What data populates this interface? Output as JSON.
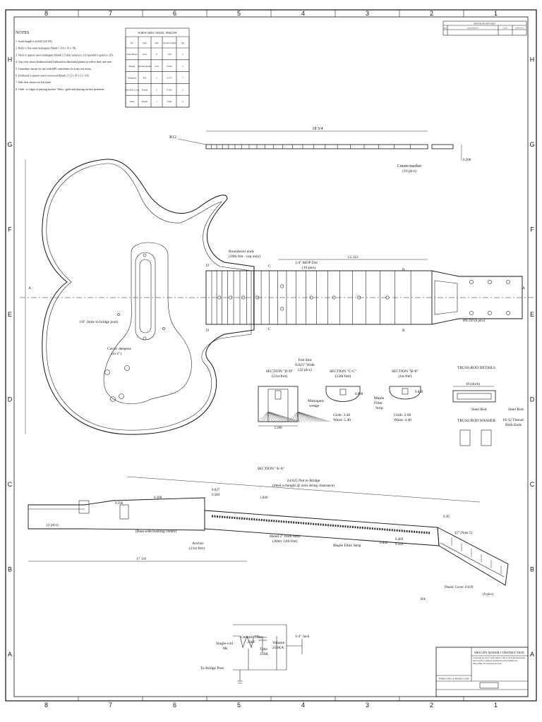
{
  "zones": {
    "columns": [
      "8",
      "7",
      "6",
      "5",
      "4",
      "3",
      "2",
      "1"
    ],
    "rows": [
      "H",
      "G",
      "F",
      "E",
      "D",
      "C",
      "B",
      "A"
    ]
  },
  "notes": {
    "heading": "NOTES",
    "items": [
      "1. Scale length is 24.625 (24 5/8).",
      "2. Body is flat-sawn mahogany (blank 1 3/4 x 14 x 18).",
      "3. Neck is quarter-sawn mahogany (blank 2.5 (flat surface) x 2.6 (parallel to grain) x 26).",
      "4. Top view shows headstock and fretboard in fabricated planes to reflect their true size.",
      "5. Centerline shown for use with 60% centerlines for truss rod cavity.",
      "6. Fretboard is quarter-sawn rosewood (blank 2 1/2 x 18 1/2 x 1/4).",
      "7. Side dots shown for left hand.",
      "8. Girth - to edges of playing surface. Waist - girth and playing surface perimeter."
    ]
  },
  "screw_table": {
    "title": "SCREW SIZES, NICKEL, PHILLIPS",
    "headers": [
      "For",
      "Type",
      "Size",
      "Overall Length",
      "Qty"
    ],
    "rows": [
      [
        "Strap Button",
        "Oval",
        "6",
        "1.00",
        "2"
      ],
      [
        "Pickup",
        "Machine Round",
        "4-32",
        "0.400",
        "2"
      ],
      [
        "Pickguard",
        "Flat",
        "2",
        "0.375",
        "7"
      ],
      [
        "Truss Rod Cover",
        "Round",
        "2",
        "0.500",
        "2"
      ],
      [
        "Tuner",
        "Round",
        "1",
        "0.462",
        "6"
      ]
    ]
  },
  "revision": {
    "title": "REVISION HISTORY",
    "headers": [
      "REV",
      "DESCRIPTION",
      "DATE",
      "APPROVED"
    ]
  },
  "labels": {
    "r12": "R12",
    "fretboard_len": "18 3/4",
    "cream_marker": "Cream marker",
    "cream_count": "(10 plcs)",
    "dim_0200": "0.200",
    "roundover": "Roundover ends",
    "roundover_sub": "(20th fret - top only)",
    "mop_dot": "1/4\" MOP Dot",
    "mop_count": "(10 plcs)",
    "dim_12312": "12.312",
    "hole_bridge": "1/8\" (hole to bridge post)",
    "cavity": "Cavity deepens",
    "cavity_sub": "(to 1\")",
    "sec_a": "A",
    "sec_b": "B",
    "sec_c": "C",
    "sec_d": "D",
    "tuner_holes": "Ø0.250 (6 plcs)",
    "fret_slot": "Fret Slot",
    "fret_slot_w": "0.023\" Wide",
    "fret_slot_count": "(22 plcs)",
    "sec_dd": "SECTION \"D-D\"",
    "sec_dd_sub": "(21st fret)",
    "sec_cc": "SECTION \"C-C\"",
    "sec_cc_sub": "(12th fret)",
    "sec_bb": "SECTION \"B-B\"",
    "sec_bb_sub": "(1st fret)",
    "mahogany": "Mahogany",
    "mahogany2": "wedge",
    "maple": "Maple",
    "maple2": "Filler",
    "maple3": "Strip",
    "girth_cc": "Girth: 3.30",
    "waist_cc": "Waist: 5.40",
    "girth_bb": "Girth: 2.68",
    "waist_bb": "Waist: 4.40",
    "dim_0840a": "0.840",
    "dim_0840b": "0.840",
    "dim_2200": "2.200",
    "truss_details": "TRUSS ROD DETAILS",
    "truss_len": "18 (stock)",
    "steel_rod": "Steel Rod",
    "steel_rod2": "Steel Rod",
    "thread": "10-32 Thread",
    "thread2": "Both Ends",
    "truss_washer": "TRUSS ROD WASHER",
    "sec_aa": "SECTION \"A-A\"",
    "nut_bridge": "24.625 Nut to Bridge",
    "nut_bridge_sub": "(ideal w/height @ zero string clearance)",
    "dim_0627": "0.627",
    "dim_0584": "0.584",
    "dim_1840": "1.840",
    "dim_0590": "0.590",
    "dim_0300": "0.300",
    "two_plcs": "(2 plcs)",
    "bass_side": "(Bass-side bushing center)",
    "anchor": "Anchor",
    "anchor_sub": "(21st fret)",
    "blend": "Blend 2\" from body",
    "blend_sub": "(After 12th fret)",
    "maple_strip": "Maple Filler Strip",
    "dim_0483": "0.483",
    "dim_0420": "0.420",
    "dim_0840c": "0.840",
    "dim_030": "0.30",
    "note5": "15° (Note 5)",
    "plastic_cover": "Plastic Cover, 0.039",
    "six_plcs": "(6 plcs)",
    "ra": "RA",
    "body_len": "17 3/8",
    "ceramic": "Ceramic Disc",
    "ceramic_v": "22nF",
    "tone": "Tone",
    "tone_v": "250K",
    "volume": "Volume",
    "volume_v": "250KA",
    "jack": "1/4\" Jack",
    "single_coil": "Single-coil",
    "single_coil_v": "8K",
    "bridge_post": "To Bridge Post",
    "angle_proj": "THIRD ANGLE PROJECTION",
    "company": "MELODY MAKER CONSTRUCTION",
    "copyright": "Copyright (c) 2011 CAD Guitars. This work is licensed under the Creative Commons Attribution-NonCommercial-ShareAlike 3.0 Unported License."
  }
}
